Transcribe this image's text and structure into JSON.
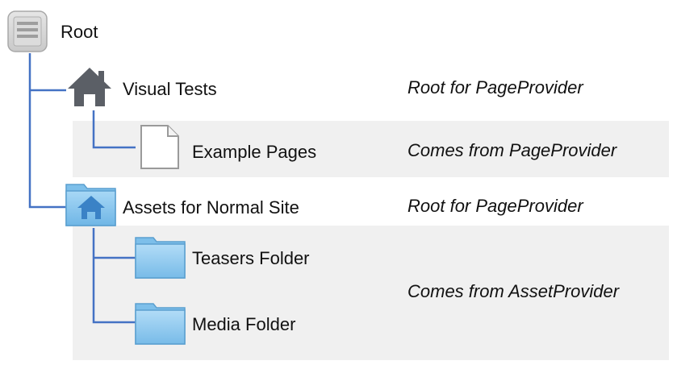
{
  "tree": {
    "root": {
      "label": "Root",
      "icon": "root-page-icon"
    },
    "visual_tests": {
      "label": "Visual Tests",
      "icon": "home-icon",
      "note": "Root for PageProvider"
    },
    "example_pages": {
      "label": "Example Pages",
      "icon": "document-icon",
      "note": "Comes from PageProvider"
    },
    "assets": {
      "label": "Assets for Normal Site",
      "icon": "home-folder-icon",
      "note": "Root for PageProvider"
    },
    "teasers": {
      "label": "Teasers Folder",
      "icon": "folder-icon"
    },
    "media": {
      "label": "Media Folder",
      "icon": "folder-icon"
    },
    "asset_note": "Comes from AssetProvider"
  },
  "colors": {
    "connector": "#4472c4",
    "band": "#f0f0f0",
    "folder": "#8ec8ef",
    "house": "#5b5f66"
  }
}
